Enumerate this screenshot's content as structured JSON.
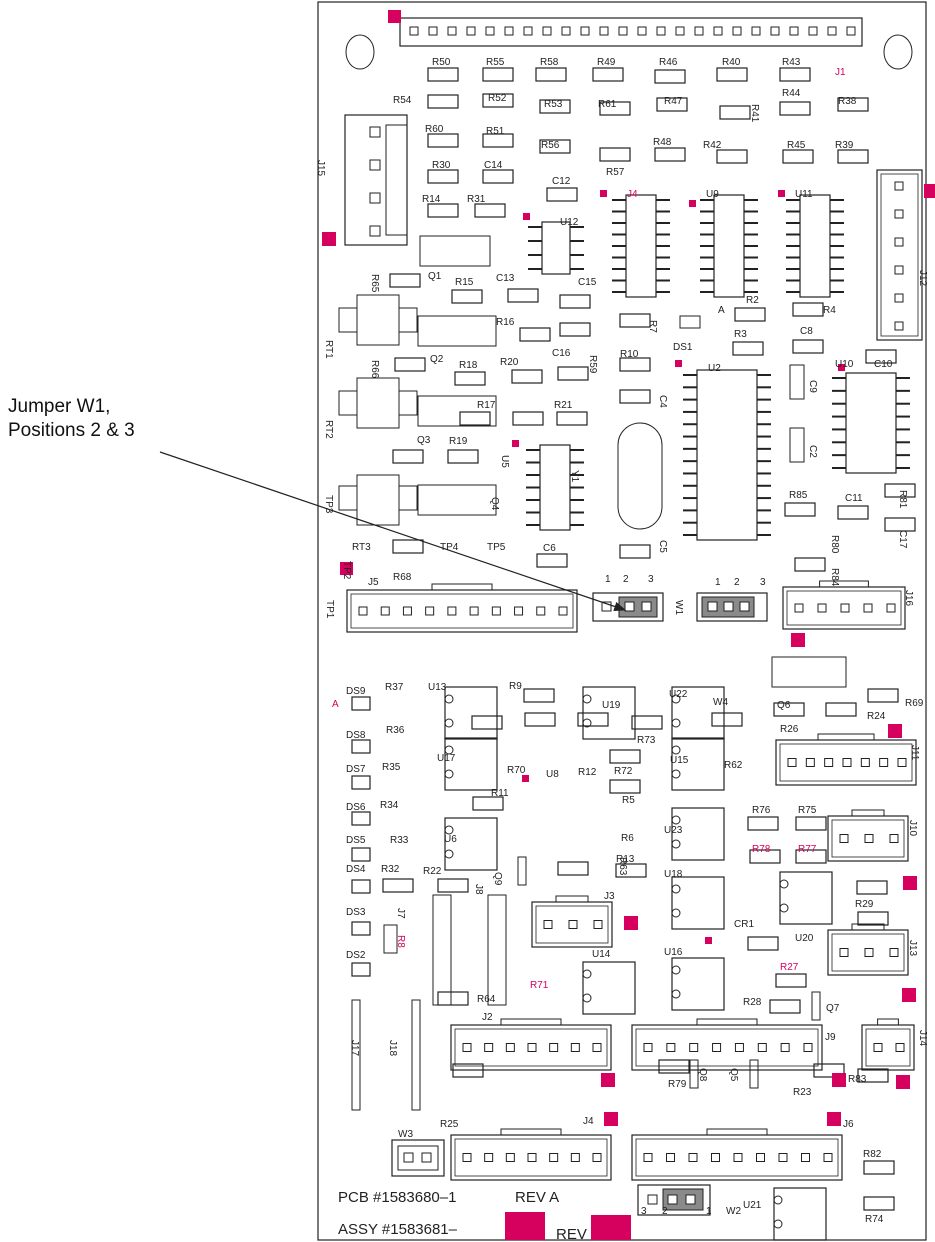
{
  "callout": {
    "line1": "Jumper W1,",
    "line2": "Positions 2 & 3"
  },
  "board": {
    "pcb_number": "PCB #1583680–1",
    "assembly_number": "ASSY #1583681–",
    "revision": "REV A",
    "revision_label": "REV"
  },
  "colors": {
    "outline": "#222222",
    "highlight": "#d6005f",
    "jumper_fill": "#8a8a8a",
    "label": "#222222",
    "pink_label": "#d6005f"
  },
  "labels": {
    "black": [
      [
        "R50",
        432,
        65
      ],
      [
        "R55",
        486,
        65
      ],
      [
        "R58",
        540,
        65
      ],
      [
        "R49",
        597,
        65
      ],
      [
        "R46",
        659,
        65
      ],
      [
        "R40",
        722,
        65
      ],
      [
        "R43",
        782,
        65
      ],
      [
        "R54",
        393,
        103
      ],
      [
        "R52",
        488,
        101
      ],
      [
        "R53",
        544,
        107
      ],
      [
        "R61",
        598,
        107
      ],
      [
        "R47",
        664,
        104
      ],
      [
        "R44",
        782,
        96
      ],
      [
        "R38",
        838,
        104
      ],
      [
        "R60",
        425,
        132
      ],
      [
        "R51",
        486,
        134
      ],
      [
        "R56",
        541,
        148
      ],
      [
        "R48",
        653,
        145
      ],
      [
        "R42",
        703,
        148
      ],
      [
        "R45",
        787,
        148
      ],
      [
        "R39",
        835,
        148
      ],
      [
        "R30",
        432,
        168
      ],
      [
        "C14",
        484,
        168
      ],
      [
        "R57",
        606,
        175
      ],
      [
        "C12",
        552,
        184
      ],
      [
        "U9",
        706,
        197
      ],
      [
        "U11",
        795,
        197
      ],
      [
        "R14",
        422,
        202
      ],
      [
        "R31",
        467,
        202
      ],
      [
        "U12",
        560,
        225
      ],
      [
        "R65",
        372,
        274
      ],
      [
        "Q1",
        428,
        279
      ],
      [
        "R15",
        455,
        285
      ],
      [
        "C13",
        496,
        281
      ],
      [
        "C15",
        578,
        285
      ],
      [
        "R16",
        496,
        325
      ],
      [
        "R2",
        746,
        303
      ],
      [
        "R4",
        823,
        313
      ],
      [
        "R3",
        734,
        337
      ],
      [
        "C8",
        800,
        334
      ],
      [
        "R66",
        372,
        360
      ],
      [
        "Q2",
        430,
        362
      ],
      [
        "R18",
        459,
        368
      ],
      [
        "R20",
        500,
        365
      ],
      [
        "C16",
        552,
        356
      ],
      [
        "R10",
        620,
        357
      ],
      [
        "DS1",
        673,
        350
      ],
      [
        "U2",
        708,
        371
      ],
      [
        "U10",
        835,
        367
      ],
      [
        "C10",
        874,
        367
      ],
      [
        "RT1",
        326,
        340
      ],
      [
        "RT2",
        326,
        420
      ],
      [
        "R17",
        477,
        408
      ],
      [
        "R21",
        554,
        408
      ],
      [
        "C4",
        660,
        395
      ],
      [
        "C2",
        810,
        445
      ],
      [
        "C9",
        810,
        380
      ],
      [
        "Q3",
        417,
        443
      ],
      [
        "R19",
        449,
        444
      ],
      [
        "U5",
        502,
        455
      ],
      [
        "Y1",
        572,
        470
      ],
      [
        "TP3",
        326,
        495
      ],
      [
        "R85",
        789,
        498
      ],
      [
        "C11",
        845,
        501
      ],
      [
        "R81",
        900,
        490
      ],
      [
        "R80",
        832,
        535
      ],
      [
        "C17",
        900,
        530
      ],
      [
        "RT3",
        352,
        550
      ],
      [
        "TP4",
        440,
        550
      ],
      [
        "TP5",
        487,
        550
      ],
      [
        "C6",
        543,
        551
      ],
      [
        "C5",
        660,
        540
      ],
      [
        "R84",
        832,
        568
      ],
      [
        "TP2",
        344,
        561
      ],
      [
        "J5",
        368,
        585
      ],
      [
        "R68",
        393,
        580
      ],
      [
        "TP1",
        327,
        600
      ],
      [
        "1",
        605,
        582
      ],
      [
        "2",
        623,
        582
      ],
      [
        "3",
        648,
        582
      ],
      [
        "W1",
        676,
        600
      ],
      [
        "1",
        715,
        585
      ],
      [
        "2",
        734,
        585
      ],
      [
        "3",
        760,
        585
      ],
      [
        "J16",
        906,
        590
      ],
      [
        "DS9",
        346,
        694
      ],
      [
        "R37",
        385,
        690
      ],
      [
        "U13",
        428,
        690
      ],
      [
        "R9",
        509,
        689
      ],
      [
        "U19",
        602,
        708
      ],
      [
        "U22",
        669,
        697
      ],
      [
        "W4",
        713,
        705
      ],
      [
        "Q6",
        777,
        708
      ],
      [
        "R69",
        905,
        706
      ],
      [
        "DS8",
        346,
        738
      ],
      [
        "R36",
        386,
        733
      ],
      [
        "R73",
        637,
        743
      ],
      [
        "R26",
        780,
        732
      ],
      [
        "R24",
        867,
        719
      ],
      [
        "DS7",
        346,
        772
      ],
      [
        "R35",
        382,
        770
      ],
      [
        "U17",
        437,
        761
      ],
      [
        "R70",
        507,
        773
      ],
      [
        "U8",
        546,
        777
      ],
      [
        "R12",
        578,
        775
      ],
      [
        "R72",
        614,
        774
      ],
      [
        "U15",
        670,
        763
      ],
      [
        "R62",
        724,
        768
      ],
      [
        "J11",
        912,
        745
      ],
      [
        "DS6",
        346,
        810
      ],
      [
        "R34",
        380,
        808
      ],
      [
        "R11",
        491,
        796
      ],
      [
        "R5",
        622,
        803
      ],
      [
        "R76",
        752,
        813
      ],
      [
        "R75",
        798,
        813
      ],
      [
        "J10",
        910,
        820
      ],
      [
        "DS5",
        346,
        843
      ],
      [
        "R33",
        390,
        843
      ],
      [
        "U6",
        444,
        842
      ],
      [
        "R6",
        621,
        841
      ],
      [
        "U23",
        664,
        833
      ],
      [
        "R63",
        620,
        857
      ],
      [
        "DS4",
        346,
        872
      ],
      [
        "R32",
        381,
        872
      ],
      [
        "R22",
        423,
        874
      ],
      [
        "J8",
        476,
        884
      ],
      [
        "Q9",
        495,
        872
      ],
      [
        "R13",
        616,
        862
      ],
      [
        "U18",
        664,
        877
      ],
      [
        "DS3",
        346,
        915
      ],
      [
        "J7",
        398,
        908
      ],
      [
        "J3",
        604,
        899
      ],
      [
        "CR1",
        734,
        927
      ],
      [
        "R29",
        855,
        907
      ],
      [
        "J13",
        910,
        940
      ],
      [
        "U20",
        795,
        941
      ],
      [
        "DS2",
        346,
        958
      ],
      [
        "U14",
        592,
        957
      ],
      [
        "U16",
        664,
        955
      ],
      [
        "R28",
        743,
        1005
      ],
      [
        "Q7",
        826,
        1011
      ],
      [
        "R64",
        477,
        1002
      ],
      [
        "J2",
        482,
        1020
      ],
      [
        "J14",
        920,
        1030
      ],
      [
        "J17",
        352,
        1040
      ],
      [
        "J18",
        390,
        1040
      ],
      [
        "J9",
        825,
        1040
      ],
      [
        "Q8",
        700,
        1068
      ],
      [
        "Q5",
        731,
        1068
      ],
      [
        "R83",
        848,
        1082
      ],
      [
        "R79",
        668,
        1087
      ],
      [
        "R23",
        793,
        1095
      ],
      [
        "W3",
        398,
        1137
      ],
      [
        "R25",
        440,
        1127
      ],
      [
        "J4",
        583,
        1124
      ],
      [
        "J6",
        843,
        1127
      ],
      [
        "R82",
        863,
        1157
      ],
      [
        "U21",
        743,
        1208
      ],
      [
        "3",
        641,
        1214
      ],
      [
        "2",
        662,
        1214
      ],
      [
        "1",
        706,
        1214
      ],
      [
        "W2",
        726,
        1214
      ],
      [
        "R74",
        865,
        1222
      ],
      [
        "R41",
        752,
        104
      ],
      [
        "R7",
        650,
        320
      ],
      [
        "R59",
        590,
        355
      ],
      [
        "J15",
        318,
        160
      ],
      [
        "J12",
        920,
        270
      ],
      [
        "Q4",
        492,
        497
      ],
      [
        "A",
        718,
        313
      ]
    ],
    "pink": [
      [
        "J1",
        835,
        75
      ],
      [
        "J4",
        627,
        197
      ],
      [
        "R78",
        752,
        852
      ],
      [
        "R77",
        798,
        852
      ],
      [
        "R27",
        780,
        970
      ],
      [
        "R71",
        530,
        988
      ],
      [
        "R8",
        398,
        935
      ],
      [
        "A",
        332,
        707
      ]
    ]
  }
}
